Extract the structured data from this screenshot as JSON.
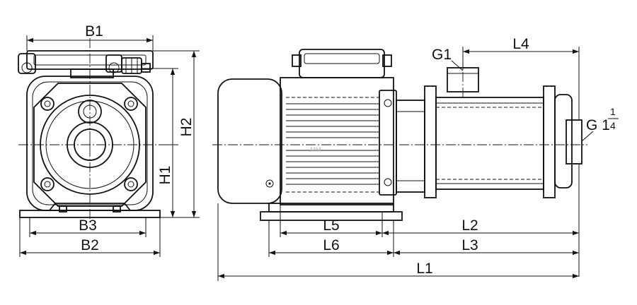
{
  "labels": {
    "b1": "B1",
    "b2": "B2",
    "b3": "B3",
    "h1": "H1",
    "h2": "H2",
    "g1": "G1",
    "l1": "L1",
    "l2": "L2",
    "l3": "L3",
    "l4": "L4",
    "l5": "L5",
    "l6": "L6",
    "outlet_g": "G 1",
    "outlet_num": "1",
    "outlet_den": "4",
    "watermark": "MM"
  }
}
